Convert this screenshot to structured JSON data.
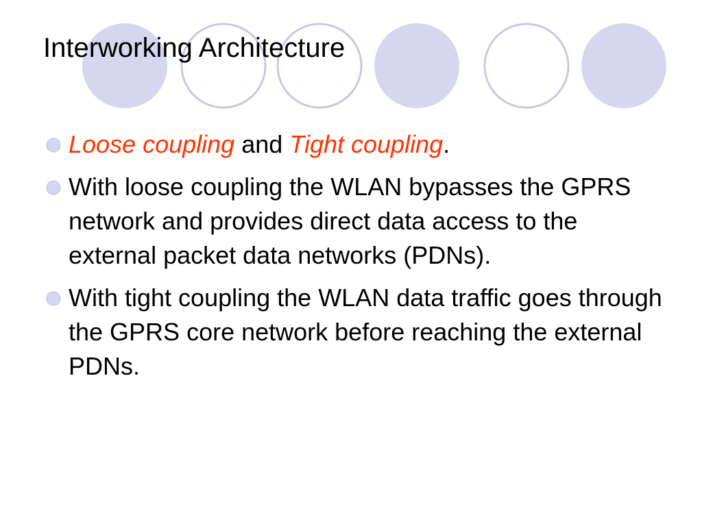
{
  "slide": {
    "title": "Interworking Architecture",
    "accent_color": "#ff3300",
    "circle_fill_color": "#d6d6ef",
    "circle_outline_color": "#c8c8e6",
    "bullet_icon": "circle-bullet-icon",
    "bullets": [
      {
        "parts": {
          "term1": "Loose coupling",
          "connector": " and ",
          "term2": "Tight coupling",
          "end": "."
        }
      },
      {
        "text": "With loose coupling the WLAN bypasses the GPRS network and provides direct data access to the external packet data networks (PDNs)."
      },
      {
        "text": "With tight coupling the WLAN data traffic goes through the GPRS core network before reaching the external PDNs."
      }
    ]
  }
}
